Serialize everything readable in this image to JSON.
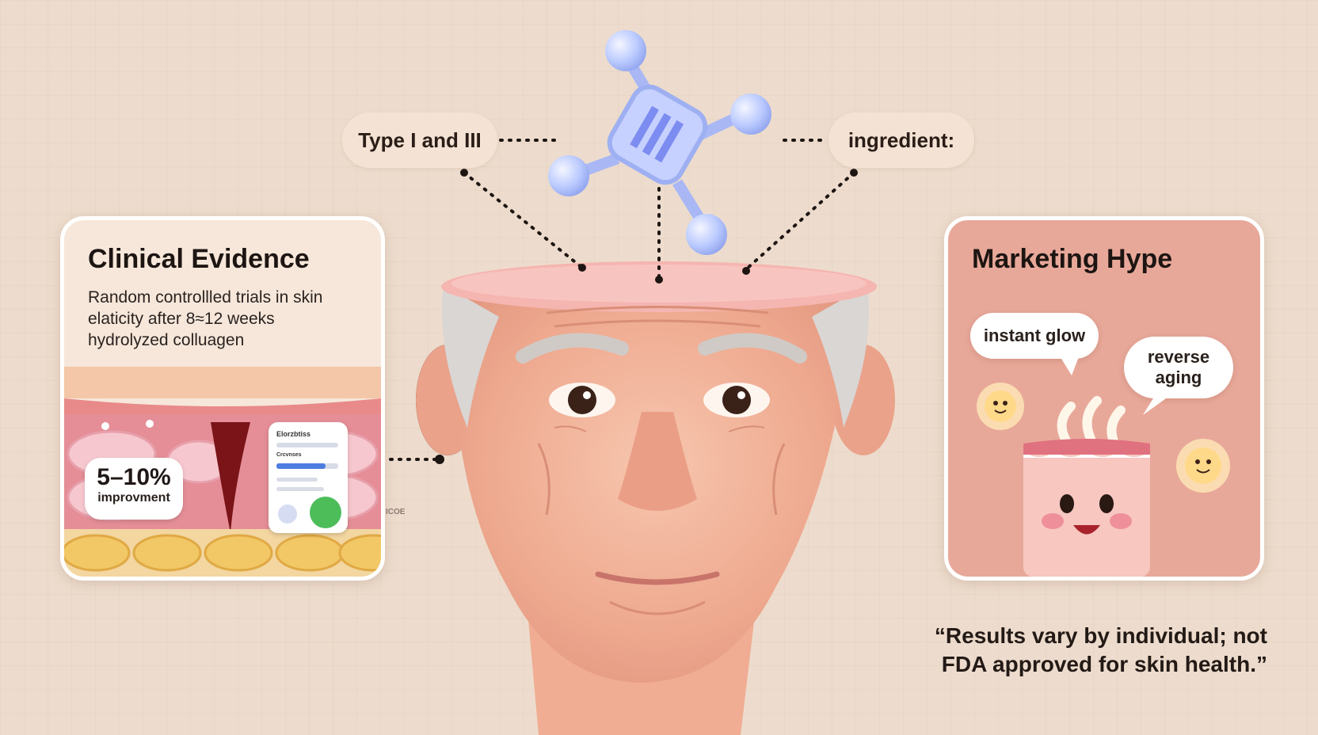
{
  "callouts": {
    "top_left": "Type I and III",
    "top_right": "ingredient:"
  },
  "clinical": {
    "title": "Clinical Evidence",
    "text_line1": "Random controllled trials in skin",
    "text_line2": "elaticity after 8≈12 weeks",
    "text_line3": "hydrolyzed colluagen",
    "stat_value": "5–10%",
    "stat_label": "improvment",
    "report_title": "Elorzbtiss",
    "report_sub": "Crcvnses",
    "side_label": "ICOE"
  },
  "marketing": {
    "title": "Marketing Hype",
    "bubble1": "instant glow",
    "bubble2_line1": "reverse",
    "bubble2_line2": "aging"
  },
  "disclaimer": {
    "line1": "“Results vary by individual; not",
    "line2": "FDA approved for skin health.”"
  },
  "colors": {
    "background": "#eddccd",
    "skin": "#f2b9a2",
    "molecule": "#b8c8ff",
    "hype_card": "#e8a899"
  }
}
